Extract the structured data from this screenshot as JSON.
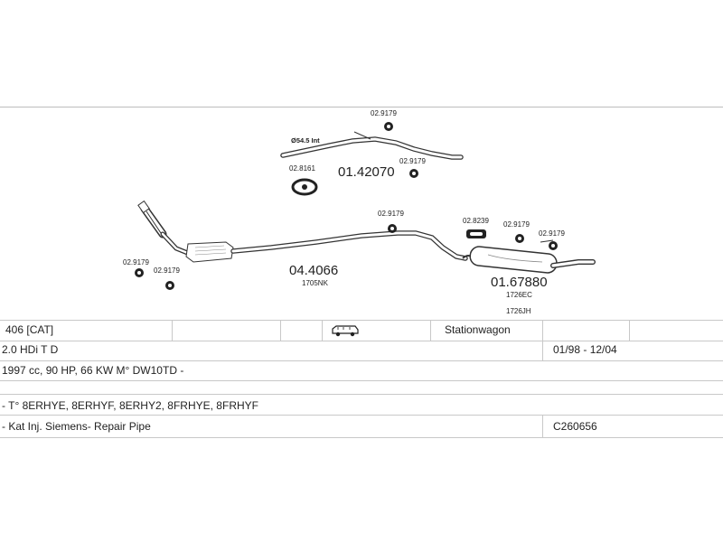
{
  "diagram": {
    "parts": [
      {
        "number": "01.42070",
        "info": "Ø54.5 Int"
      },
      {
        "number": "04.4066",
        "code": "1705NK"
      },
      {
        "number": "01.67880",
        "codes": [
          "1726EC",
          "1726JH"
        ]
      }
    ],
    "fittings": [
      "02.9179",
      "02.9179",
      "02.8161",
      "02.9179",
      "02.9179",
      "02.9179",
      "02.8239",
      "02.9179",
      "02.9179"
    ]
  },
  "table": {
    "model": "406  [CAT]",
    "body_type": "Stationwagon",
    "body_icon": "station-wagon-icon",
    "engine": "2.0 HDi T D",
    "period": "01/98 - 12/04",
    "specs": "1997 cc, 90 HP, 66 KW M° DW10TD -",
    "types": "- T° 8ERHYE, 8ERHYF, 8ERHY2, 8FRHYE, 8FRHYF",
    "note": "- Kat Inj. Siemens- Repair Pipe",
    "catalog_code": "C260656"
  }
}
